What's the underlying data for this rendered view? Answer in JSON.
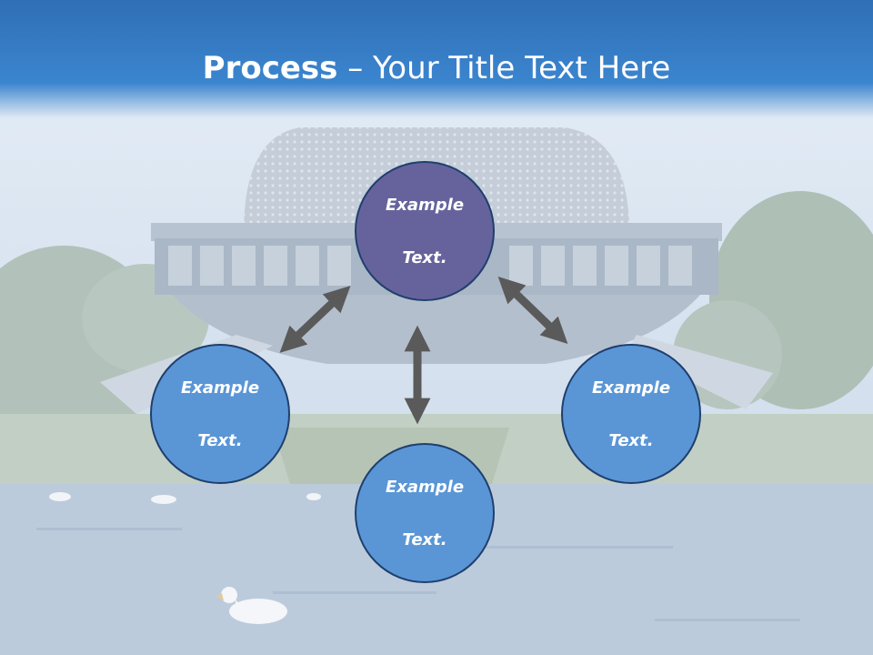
{
  "slide": {
    "title_bold": "Process",
    "title_dash": " – ",
    "title_rest": "Your Title Text Here"
  },
  "nodes": {
    "top": {
      "line1": "Example",
      "line2": "Text."
    },
    "left": {
      "line1": "Example",
      "line2": "Text."
    },
    "right": {
      "line1": "Example",
      "line2": "Text."
    },
    "bottom": {
      "line1": "Example",
      "line2": "Text."
    }
  },
  "colors": {
    "header": "#3b85cf",
    "center_node": "#66639c",
    "side_node": "#5a96d6",
    "node_border": "#1f3f6e",
    "arrow": "#5a5a5a"
  }
}
